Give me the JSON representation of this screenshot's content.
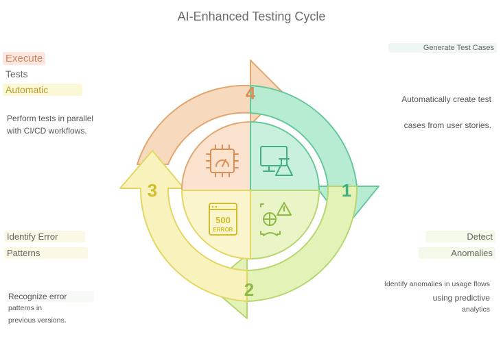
{
  "title": "AI-Enhanced Testing Cycle",
  "steps": [
    {
      "number": "1",
      "color": "#7fd9b3",
      "heading": "Generate Test Cases",
      "desc_line1": "Automatically create test",
      "desc_line2": "cases from user stories.",
      "icon": "monitor-flask-icon"
    },
    {
      "number": "2",
      "color": "#c9e58c",
      "heading_line1": "Detect",
      "heading_line2": "Anomalies",
      "desc_line1": "Identify anomalies in usage flows",
      "desc_line2": "using predictive",
      "desc_line3": "analytics",
      "icon": "magnifier-warning-icon"
    },
    {
      "number": "3",
      "color": "#f3ec8e",
      "heading_line1": "Identify Error",
      "heading_line2": "Patterns",
      "desc_line1": "Recognize error",
      "desc_line2": "patterns in",
      "desc_line3": "previous versions.",
      "icon": "error-500-icon",
      "icon_text_top": "500",
      "icon_text_bottom": "ERROR"
    },
    {
      "number": "4",
      "color": "#f4c9a0",
      "heading_line1": "Execute",
      "heading_line2": "Tests",
      "heading_line3": "Automatic",
      "desc_line1": "Perform tests in parallel",
      "desc_line2": "with CI/CD workflows.",
      "icon": "cpu-gauge-icon"
    }
  ]
}
